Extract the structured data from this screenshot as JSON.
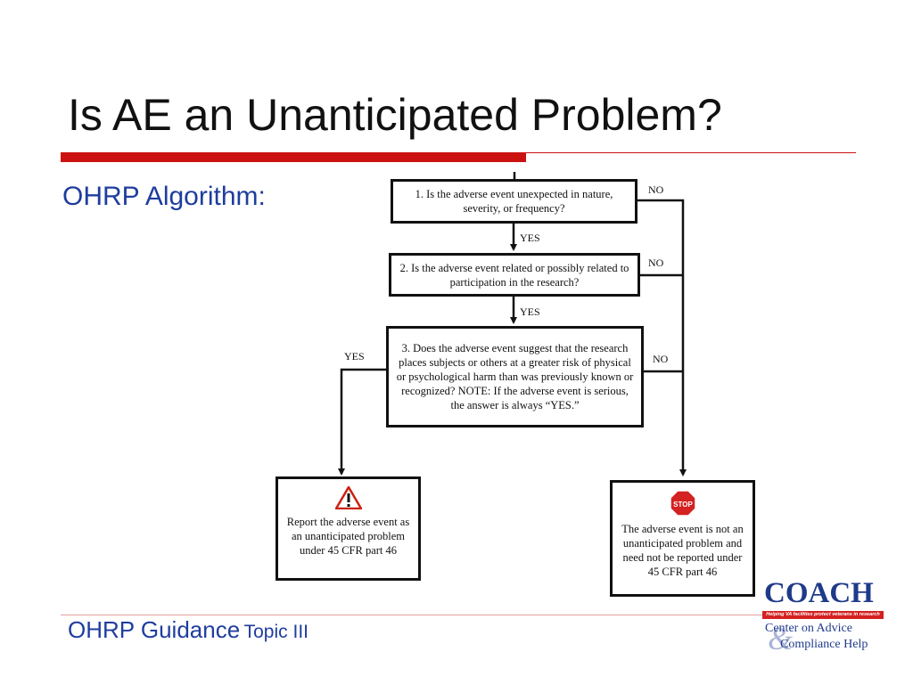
{
  "slide": {
    "title": "Is AE an Unanticipated Problem?",
    "subtitle": "OHRP Algorithm:"
  },
  "flowchart": {
    "q1": "1. Is the adverse event unexpected in nature, severity, or frequency?",
    "q2": "2. Is the adverse event related or possibly related to participation in the research?",
    "q3": "3. Does the adverse event suggest that the research places subjects or others at a greater risk of physical or psychological harm than was previously known or recognized?  NOTE: If the adverse event is serious, the answer is always “YES.”",
    "outcome_report": "Report the adverse event as an unanticipated problem under 45 CFR part 46",
    "outcome_no_report": "The adverse event is not an unanticipated problem and need not be reported under 45 CFR part 46",
    "yes_label": "YES",
    "no_label": "NO",
    "stop_sign_text": "STOP",
    "warning_icon": "warning-triangle-icon",
    "stop_icon": "stop-sign-icon"
  },
  "footer": {
    "main": "OHRP Guidance",
    "topic": "Topic III"
  },
  "logo": {
    "name": "COACH",
    "tagline": "Helping VA facilities protect veterans in research",
    "amp": "&",
    "line1": "Center on Advice",
    "line2": "Compliance Help"
  },
  "colors": {
    "accent_red": "#cc1111",
    "title_blue": "#1f3d9e"
  }
}
